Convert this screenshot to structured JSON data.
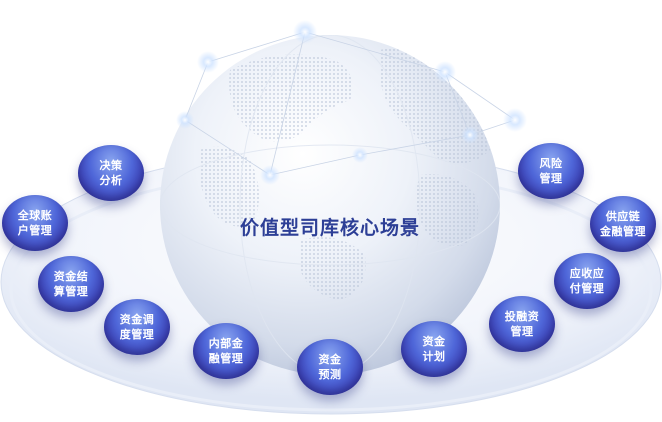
{
  "title": "价值型司库核心场景",
  "nodes": [
    {
      "id": "decision",
      "line1": "决策",
      "line2": "分析"
    },
    {
      "id": "global-account",
      "line1": "全球账",
      "line2": "户管理"
    },
    {
      "id": "settlement",
      "line1": "资金结",
      "line2": "算管理"
    },
    {
      "id": "allocation",
      "line1": "资金调",
      "line2": "度管理"
    },
    {
      "id": "internal-finance",
      "line1": "内部金",
      "line2": "融管理"
    },
    {
      "id": "forecast",
      "line1": "资金",
      "line2": "预测"
    },
    {
      "id": "plan",
      "line1": "资金",
      "line2": "计划"
    },
    {
      "id": "investment",
      "line1": "投融资",
      "line2": "管理"
    },
    {
      "id": "receivable",
      "line1": "应收应",
      "line2": "付管理"
    },
    {
      "id": "supply-chain",
      "line1": "供应链",
      "line2": "金融管理"
    },
    {
      "id": "risk",
      "line1": "风险",
      "line2": "管理"
    }
  ],
  "colors": {
    "title": "#2d3f96",
    "node_dark": "#2f2a92",
    "node_light": "#8aa6f0",
    "platform": "#e6ebf7",
    "globe": "#d4dcec"
  }
}
